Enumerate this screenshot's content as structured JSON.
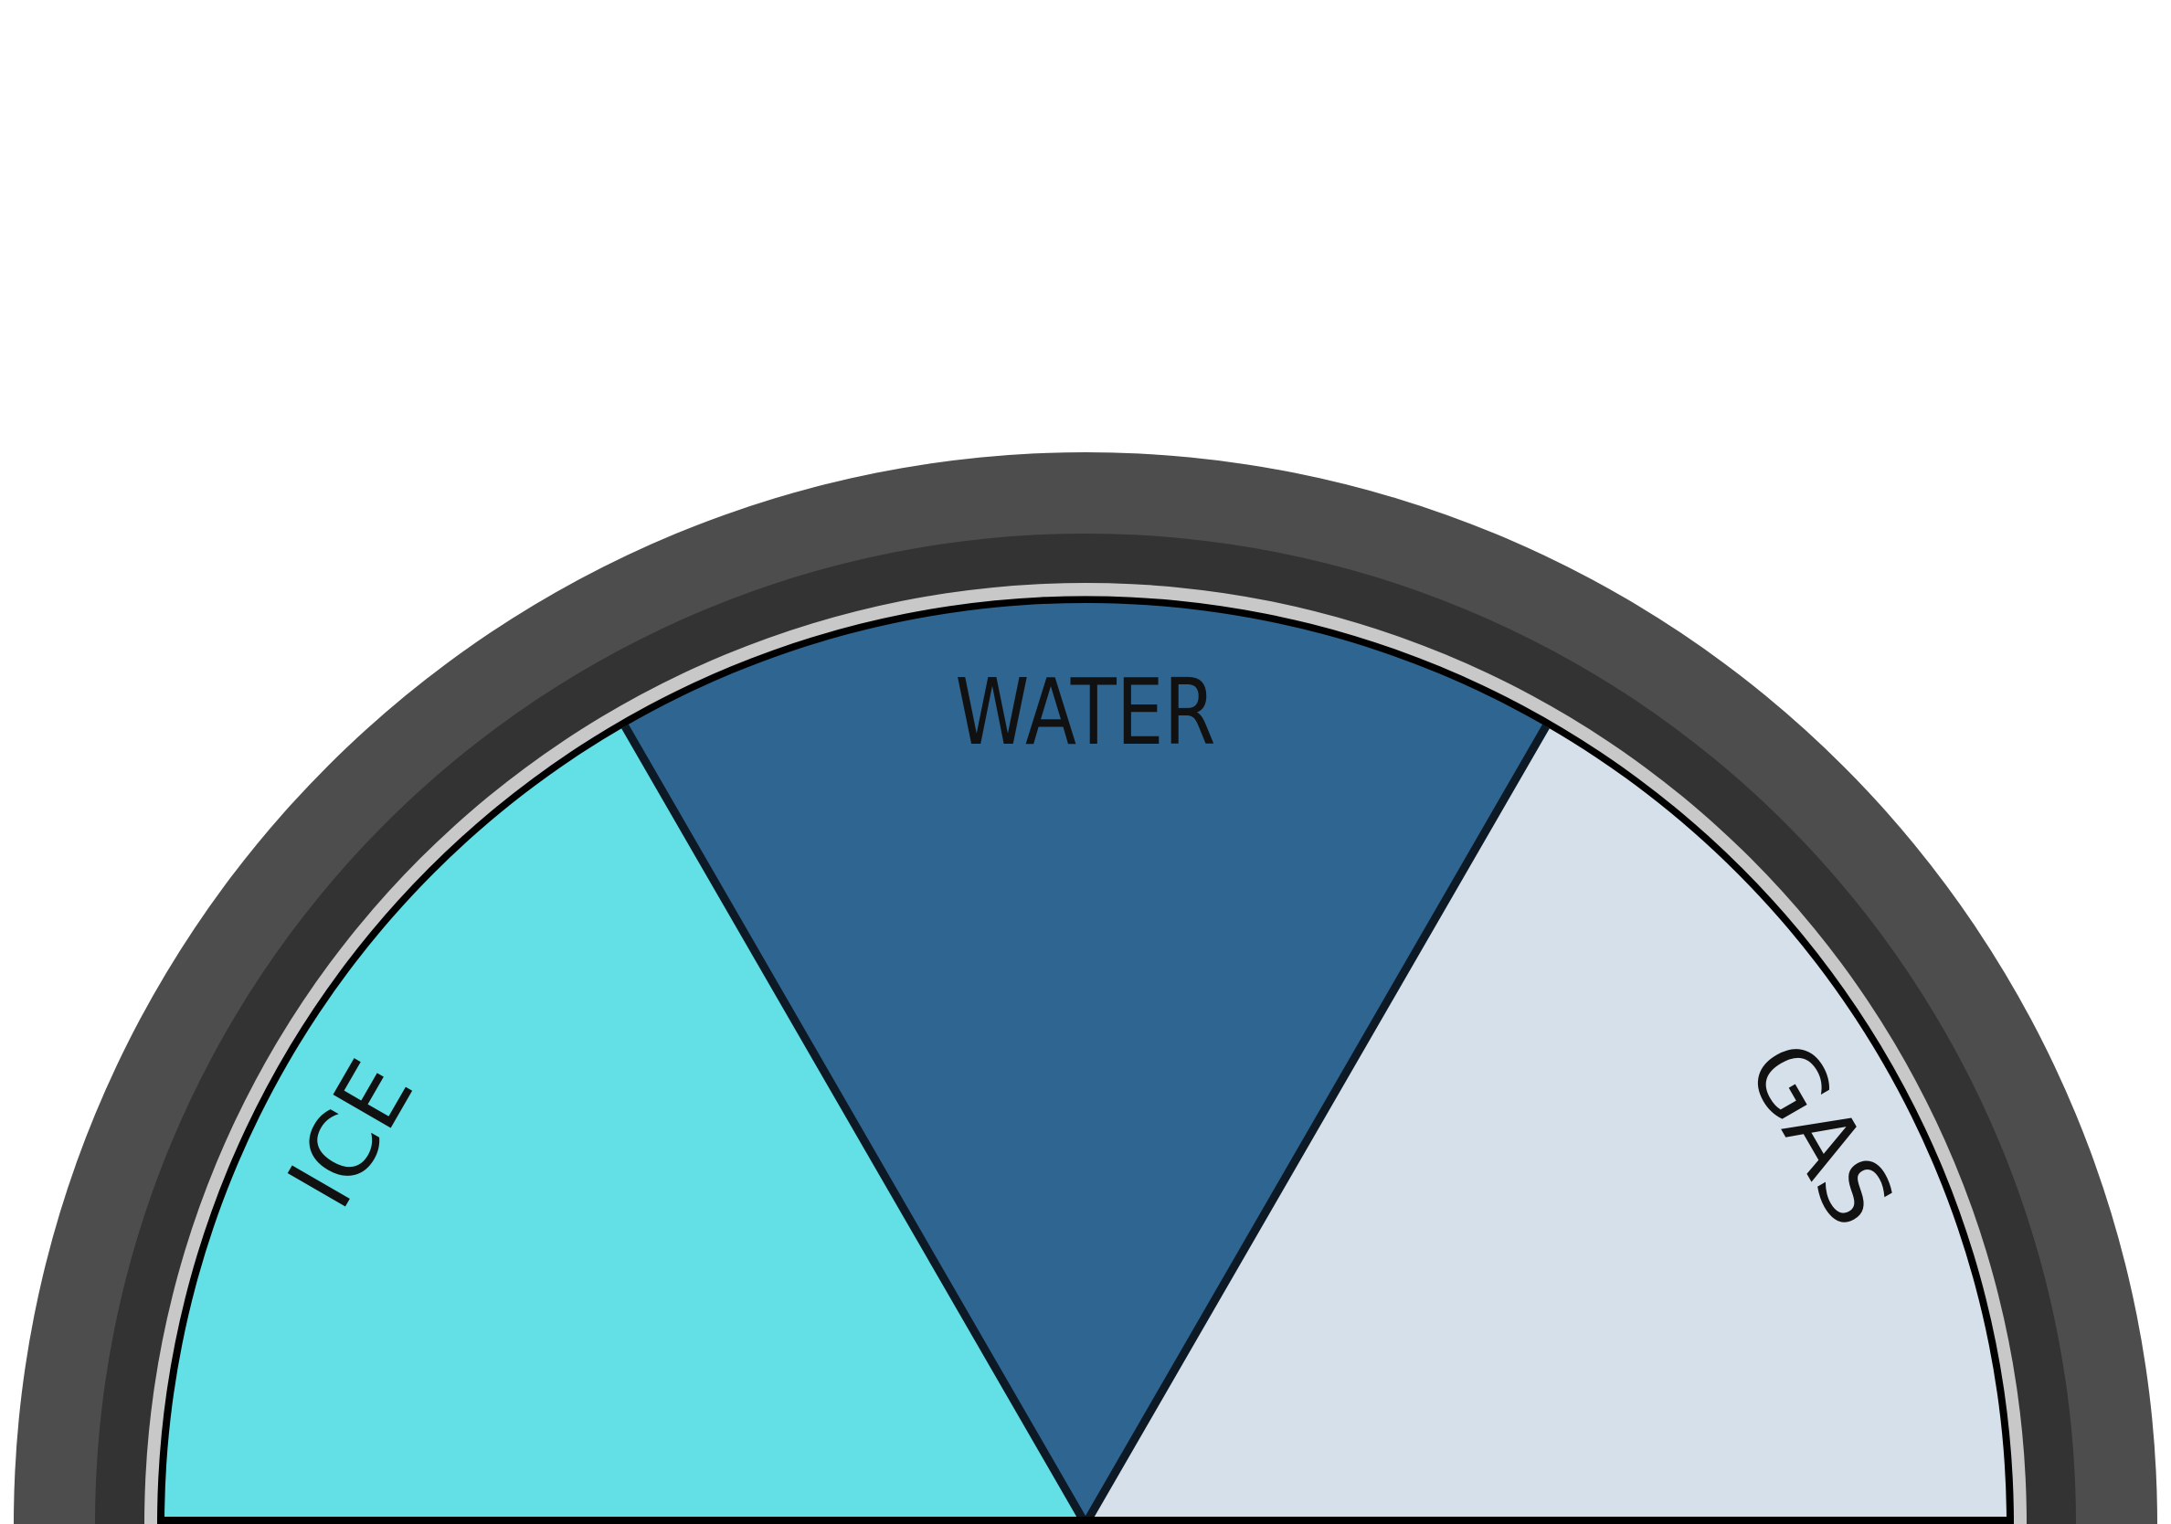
{
  "gauge": {
    "segments": [
      {
        "key": "ice",
        "label": "ICE",
        "color": "#63dfe6"
      },
      {
        "key": "water",
        "label": "WATER",
        "color": "#2f6591"
      },
      {
        "key": "gas",
        "label": "GAS",
        "color": "#d5e0ea"
      }
    ],
    "colors": {
      "outer_rim": "#4d4d4d",
      "inner_rim": "#333333",
      "highlight_ring": "#c8c8c8",
      "outline": "#000000",
      "divider": "#0d1a26"
    }
  }
}
